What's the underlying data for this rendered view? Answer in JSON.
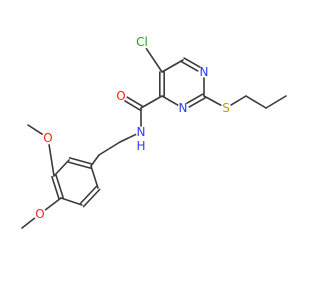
{
  "atoms": [
    {
      "id": "cl",
      "label": "Cl",
      "color": "#20a020"
    },
    {
      "id": "n1",
      "label": "N",
      "color": "#2a3cff"
    },
    {
      "id": "n3",
      "label": "N",
      "color": "#2a3cff"
    },
    {
      "id": "s",
      "label": "S",
      "color": "#b8a000"
    },
    {
      "id": "o",
      "label": "O",
      "color": "#ff2020"
    },
    {
      "id": "nh",
      "label": "N",
      "color": "#2a3cff"
    },
    {
      "id": "h",
      "label": "H",
      "color": "#2a3cff"
    },
    {
      "id": "o1",
      "label": "O",
      "color": "#ff2020"
    },
    {
      "id": "o2",
      "label": "O",
      "color": "#ff2020"
    }
  ],
  "colors": {
    "bond": "#3a3a3a",
    "background": "#ffffff"
  }
}
